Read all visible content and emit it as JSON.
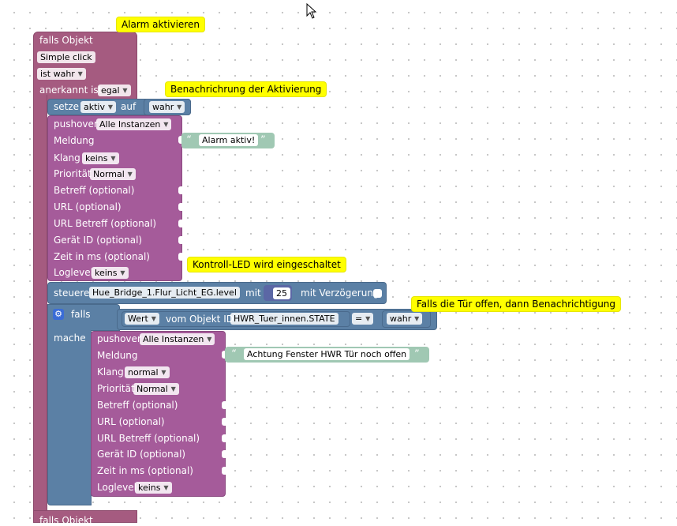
{
  "comments": {
    "alarm": "Alarm aktivieren",
    "benach": "Benachrichrung der Aktivierung",
    "kontroll": "Kontroll-LED wird eingeschaltet",
    "falls_tuer": "Falls die Tür offen, dann Benachrichtigung"
  },
  "trigger": {
    "title": "falls Objekt",
    "event": "Simple click",
    "is_label": "ist wahr",
    "ack_label": "anerkannt ist",
    "ack_value": "egal",
    "title_bottom": "falls Objekt"
  },
  "setze": {
    "label": "setze",
    "var": "aktiv",
    "auf": "auf",
    "value": "wahr"
  },
  "pushover1": {
    "label": "pushover",
    "instance": "Alle Instanzen",
    "meldung_label": "Meldung",
    "meldung_value": "Alarm aktiv!",
    "klang_label": "Klang",
    "klang_value": "keins",
    "prio_label": "Priorität",
    "prio_value": "Normal",
    "betreff": "Betreff (optional)",
    "url": "URL (optional)",
    "url_betreff": "URL Betreff (optional)",
    "geraet": "Gerät ID (optional)",
    "zeit": "Zeit in ms (optional)",
    "loglevel_label": "Loglevel",
    "loglevel_value": "keins"
  },
  "steuere": {
    "label": "steuere",
    "object": "Hue_Bridge_1.Flur_Licht_EG.level",
    "mit": "mit",
    "value": "25",
    "delay": "mit Verzögerung"
  },
  "falls_block": {
    "label": "falls",
    "mache": "mache",
    "wert": "Wert",
    "vom": "vom Objekt ID",
    "object": "HWR_Tuer_innen.STATE",
    "op": "=",
    "value": "wahr"
  },
  "pushover2": {
    "label": "pushover",
    "instance": "Alle Instanzen",
    "meldung_label": "Meldung",
    "meldung_value": "Achtung Fenster HWR Tür noch offen",
    "klang_label": "Klang",
    "klang_value": "normal",
    "prio_label": "Priorität",
    "prio_value": "Normal",
    "betreff": "Betreff (optional)",
    "url": "URL (optional)",
    "url_betreff": "URL Betreff (optional)",
    "geraet": "Gerät ID (optional)",
    "zeit": "Zeit in ms (optional)",
    "loglevel_label": "Loglevel",
    "loglevel_value": "keins"
  },
  "colors": {
    "event": "#a55b80",
    "control": "#5b80a5",
    "pushover": "#a55b9a",
    "string": "#a0c8b3",
    "comment": "#ffff00"
  }
}
